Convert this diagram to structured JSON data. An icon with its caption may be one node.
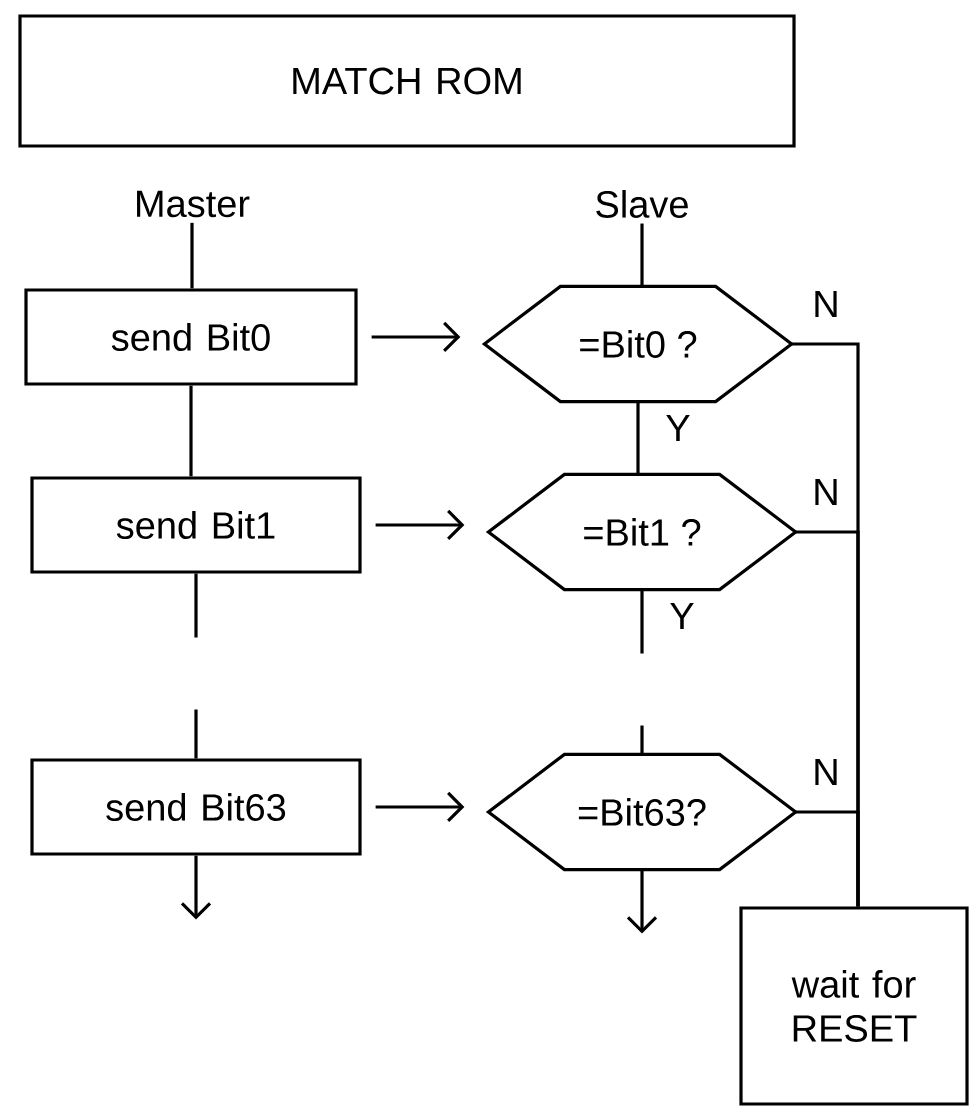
{
  "diagram": {
    "nodes": [
      {
        "text": [
          "MATCH  ROM"
        ]
      },
      {
        "text": [
          "Master"
        ]
      },
      {
        "text": [
          "Slave"
        ]
      },
      {
        "text": [
          "send Bit0"
        ]
      },
      {
        "text": [
          "=Bit0 ?"
        ]
      },
      {
        "text": [
          "send Bit1"
        ]
      },
      {
        "text": [
          "=Bit1 ?"
        ]
      },
      {
        "text": [
          "send Bit63"
        ]
      },
      {
        "text": [
          "=Bit63?"
        ]
      },
      {
        "text": [
          "wait for RESET"
        ]
      }
    ],
    "edges": [
      {
        "from": 1,
        "to": 3,
        "arrow": "none"
      },
      {
        "from": 2,
        "to": 4,
        "arrow": "none"
      },
      {
        "from": 3,
        "to": 4,
        "arrow": "to"
      },
      {
        "from": 3,
        "to": 5,
        "arrow": "none"
      },
      {
        "from": 4,
        "to": 6,
        "arrow": "none",
        "label": "Y"
      },
      {
        "from": 5,
        "to": 6,
        "arrow": "to"
      },
      {
        "from": 5,
        "to": 7,
        "arrow": "none",
        "style": "dashed"
      },
      {
        "from": 6,
        "to": 8,
        "arrow": "none",
        "style": "dashed",
        "label": "Y"
      },
      {
        "from": 7,
        "to": 8,
        "arrow": "to"
      },
      {
        "from": 4,
        "to": 9,
        "arrow": "none",
        "label": "N"
      },
      {
        "from": 6,
        "to": 9,
        "arrow": "none",
        "label": "N"
      },
      {
        "from": 8,
        "to": 9,
        "arrow": "none",
        "label": "N"
      },
      {
        "from": 7,
        "to": null,
        "arrow": "to"
      },
      {
        "from": 8,
        "to": null,
        "arrow": "to"
      }
    ]
  }
}
